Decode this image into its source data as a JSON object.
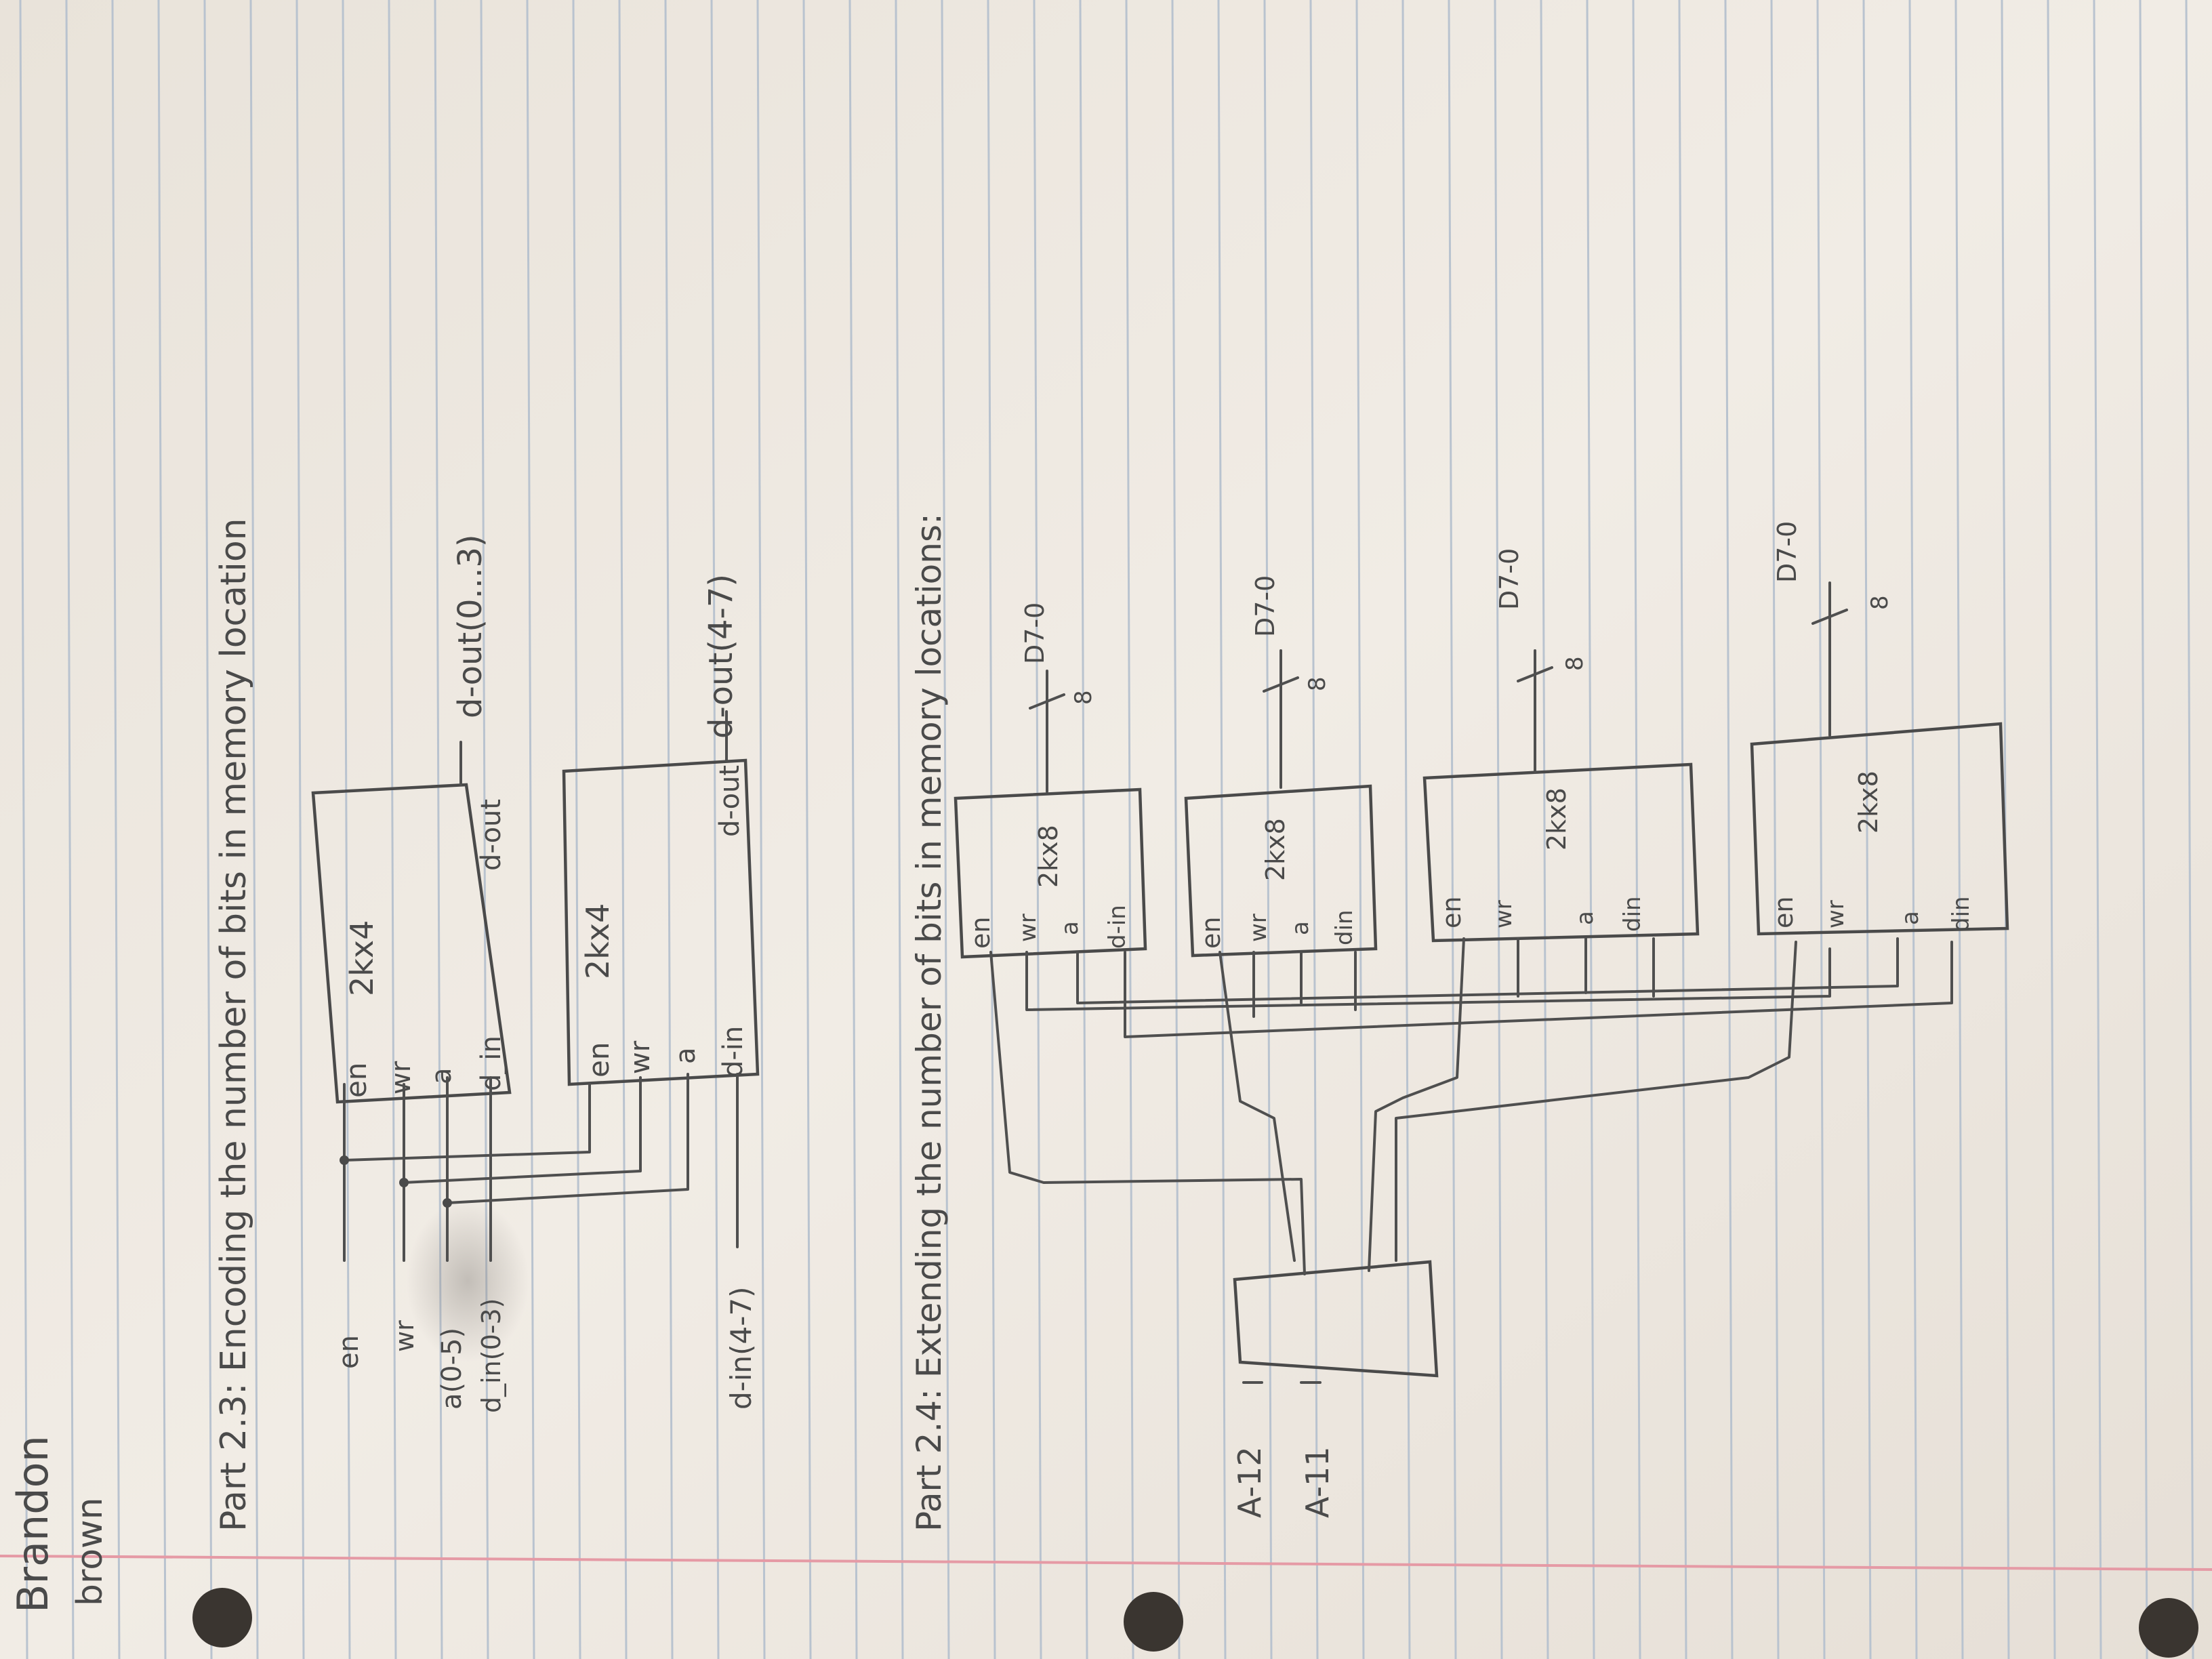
{
  "colors": {
    "paper": "#efe9e1",
    "ink": "#4a4a4a",
    "rule_blue": "#b9c3cf",
    "margin_red": "#e59aa5",
    "hole": "#3a3530"
  },
  "header": {
    "name_line1": "Brandon",
    "name_line2": "brown"
  },
  "part23": {
    "title": "Part 2.3: Encoding the number of bits in memory location",
    "inputs": {
      "en": "en",
      "wr": "wr",
      "a": "a(0-5)",
      "din_lo": "d_in(0-3)",
      "din_hi": "d-in(4-7)"
    },
    "chip1": {
      "size": "2kx4",
      "pin_en": "en",
      "pin_wr": "wr",
      "pin_a": "a",
      "pin_din": "d_in",
      "pin_dout": "d-out",
      "output": "d-out(0...3)"
    },
    "chip2": {
      "size": "2kx4",
      "pin_en": "en",
      "pin_wr": "wr",
      "pin_a": "a",
      "pin_din": "d-in",
      "pin_dout": "d-out",
      "output": "d-out(4-7)"
    }
  },
  "part24": {
    "title": "Part 2.4: Extending the number of bits in memory locations:",
    "decoder_inputs": [
      "A-12",
      "A-11"
    ],
    "chips": [
      {
        "size": "2kx8",
        "pin_en": "en",
        "pin_wr": "wr",
        "pin_a": "a",
        "pin_din": "d-in",
        "bus_label": "D7-0",
        "bus_width": "8"
      },
      {
        "size": "2kx8",
        "pin_en": "en",
        "pin_wr": "wr",
        "pin_a": "a",
        "pin_din": "din",
        "bus_label": "D7-0",
        "bus_width": "8"
      },
      {
        "size": "2kx8",
        "pin_en": "en",
        "pin_wr": "wr",
        "pin_a": "a",
        "pin_din": "din",
        "bus_label": "D7-0",
        "bus_width": "8"
      },
      {
        "size": "2kx8",
        "pin_en": "en",
        "pin_wr": "wr",
        "pin_a": "a",
        "pin_din": "din",
        "bus_label": "D7-0",
        "bus_width": "8"
      }
    ]
  }
}
